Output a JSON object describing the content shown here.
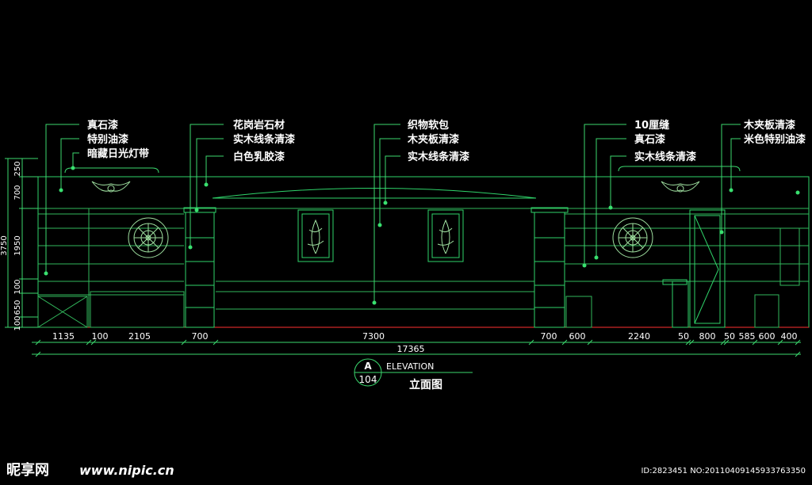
{
  "callouts_left": [
    "真石漆",
    "特别油漆",
    "暗藏日光灯带"
  ],
  "callouts_center_left": [
    "花岗岩石材",
    "实木线条清漆",
    "白色乳胶漆"
  ],
  "callouts_center": [
    "织物软包",
    "木夹板清漆",
    "实木线条清漆"
  ],
  "callouts_right_a": [
    "10厘缝",
    "真石漆",
    "实木线条清漆"
  ],
  "callouts_right_b": [
    "木夹板清漆",
    "米色特别油漆"
  ],
  "vertical_dims": [
    "250",
    "700",
    "1950",
    "100",
    "650",
    "100"
  ],
  "overall_height": "3750",
  "horizontal_dims": [
    "1135",
    "100",
    "2105",
    "700",
    "7300",
    "700",
    "600",
    "2240",
    "50",
    "800",
    "50",
    "585",
    "600",
    "400"
  ],
  "overall_width": "17365",
  "title_block": {
    "letter": "A",
    "number": "104",
    "label": "ELEVATION",
    "title_cn": "立面图"
  },
  "watermark": {
    "logo": "昵享网",
    "url": "www.nipic.cn",
    "id_text": "ID:2823451 NO:20110409145933763350"
  },
  "colors": {
    "background": "#000000",
    "linework": "#2fd46a",
    "text": "#ffffff",
    "dimension_red": "#ff3030"
  }
}
